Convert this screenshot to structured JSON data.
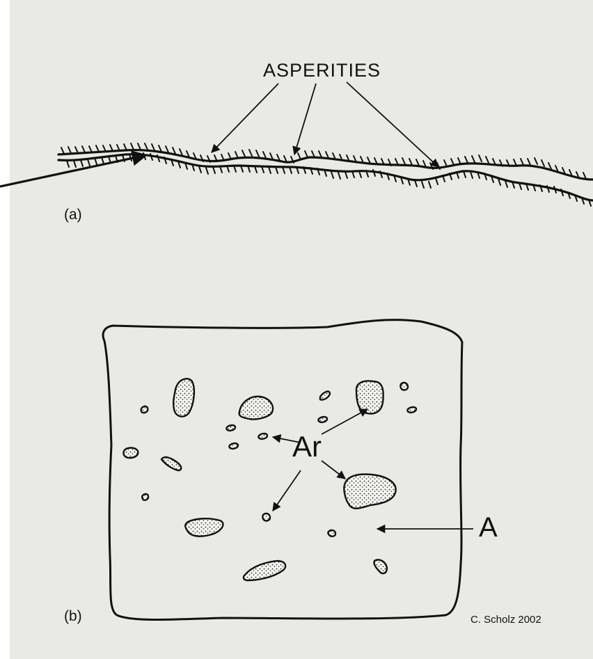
{
  "labels": {
    "asperities": "ASPERITIES",
    "panel_a": "(a)",
    "panel_b": "(b)",
    "real_contact": "Ar",
    "apparent_area": "A",
    "credit": "C. Scholz 2002"
  },
  "background_text_lines": [
    "",
    "",
    "",
    "",
    "",
    "",
    "",
    "",
    "",
    "",
    "",
    "",
    "",
    "",
    "",
    "",
    "",
    "",
    ""
  ],
  "colors": {
    "ink": "#111111",
    "paper": "#e9e9e6",
    "bleed_text": "#9c9c98"
  }
}
